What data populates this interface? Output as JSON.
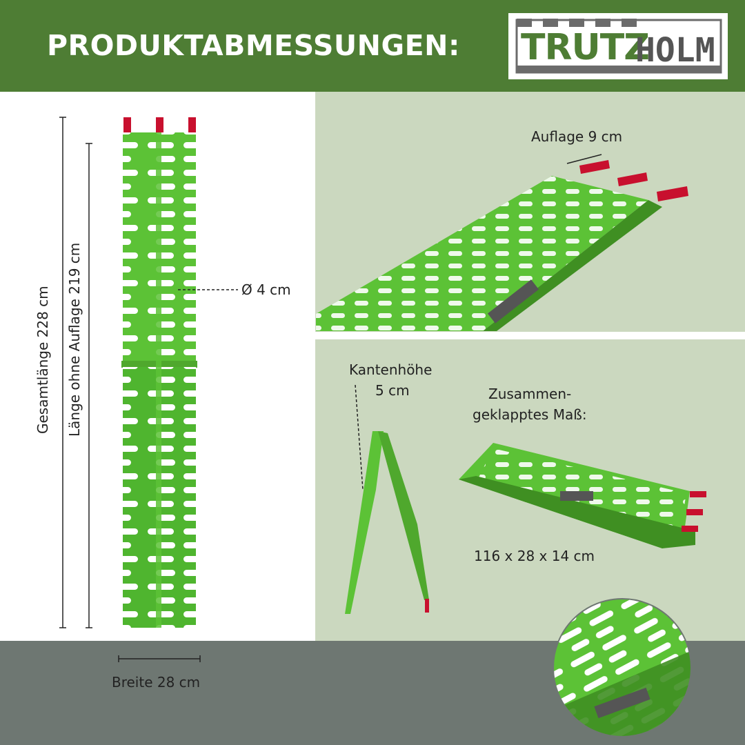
{
  "header": {
    "title": "PRODUKTABMESSUNGEN:"
  },
  "logo": {
    "part1": "TRUTZ",
    "part2": "HOLM"
  },
  "dimensions": {
    "total_length": "Gesamtlänge 228 cm",
    "length_without_support": "Länge ohne Auflage 219 cm",
    "diameter": "Ø 4 cm",
    "width": "Breite 28 cm",
    "support": "Auflage 9  cm",
    "edge_height_line1": "Kantenhöhe",
    "edge_height_line2": "5 cm",
    "folded_line1": "Zusammen-",
    "folded_line2": "geklapptes Maß:",
    "folded_size": "116 x 28 x 14 cm"
  },
  "product_brand_small": "TRUTZHOLM",
  "colors": {
    "header_green": "#4e7d34",
    "ramp_green": "#5cc236",
    "panel_bg": "#cbd8bf",
    "footer_gray": "#6e7772",
    "tip_red": "#c8102e"
  }
}
